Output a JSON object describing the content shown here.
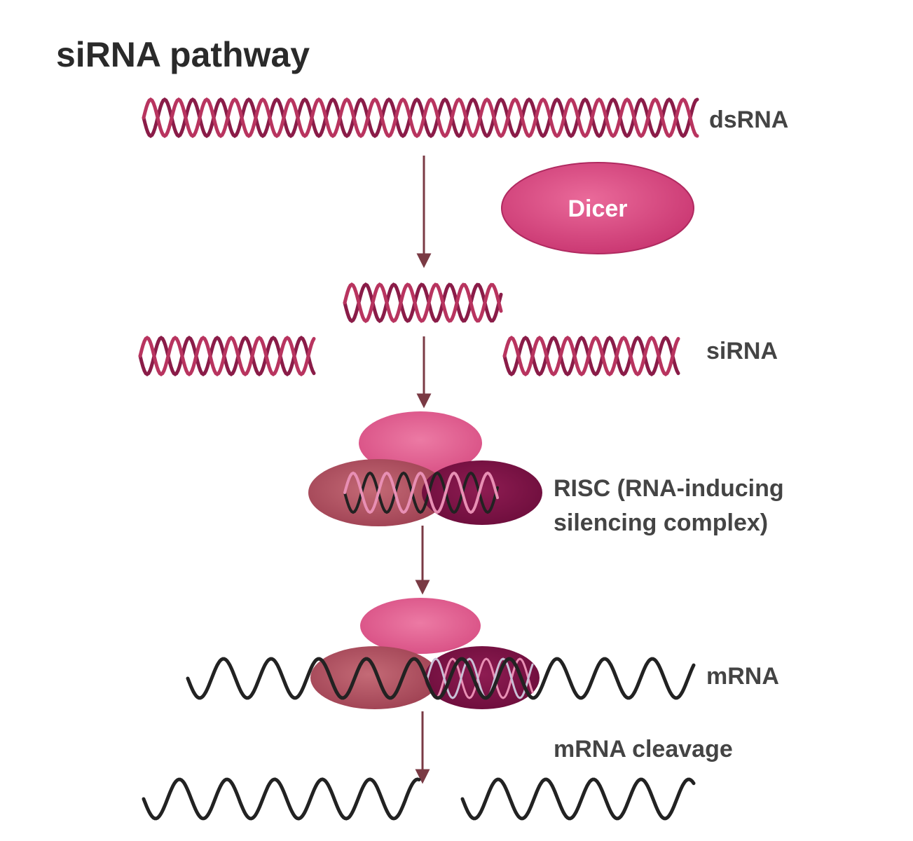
{
  "title": "siRNA pathway",
  "labels": {
    "dsrna": "dsRNA",
    "dicer": "Dicer",
    "sirna": "siRNA",
    "risc_line1": "RISC (RNA-inducing",
    "risc_line2": "silencing complex)",
    "mrna": "mRNA",
    "cleavage": "mRNA cleavage"
  },
  "colors": {
    "rna_strand": "#8a1c48",
    "rna_strand_light": "#b8345f",
    "dicer_fill": "#d83f7a",
    "risc_top": "#e06090",
    "risc_left": "#a84a5a",
    "risc_right": "#7a1044",
    "mrna_strand": "#222222",
    "arrow": "#7a3a44",
    "text": "#444444"
  }
}
